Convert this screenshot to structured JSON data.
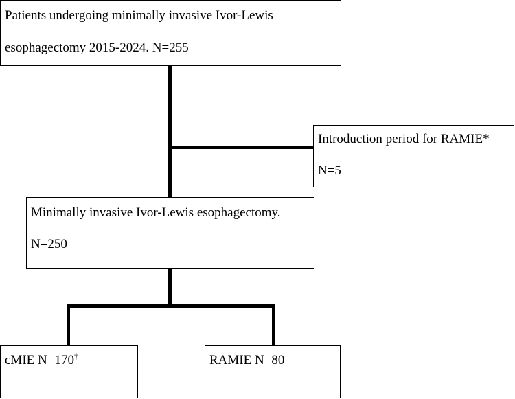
{
  "flowchart": {
    "top_box": {
      "line1": "Patients undergoing minimally invasive Ivor-Lewis",
      "line2": "esophagectomy 2015-2024. N=255"
    },
    "exclusion_box": {
      "line1": "Introduction period for RAMIE*",
      "line2": "N=5"
    },
    "middle_box": {
      "line1": "Minimally invasive Ivor-Lewis esophagectomy.",
      "line2": "N=250"
    },
    "left_box": {
      "label": "cMIE N=170",
      "mark": "†"
    },
    "right_box": {
      "label": "RAMIE N=80"
    }
  }
}
